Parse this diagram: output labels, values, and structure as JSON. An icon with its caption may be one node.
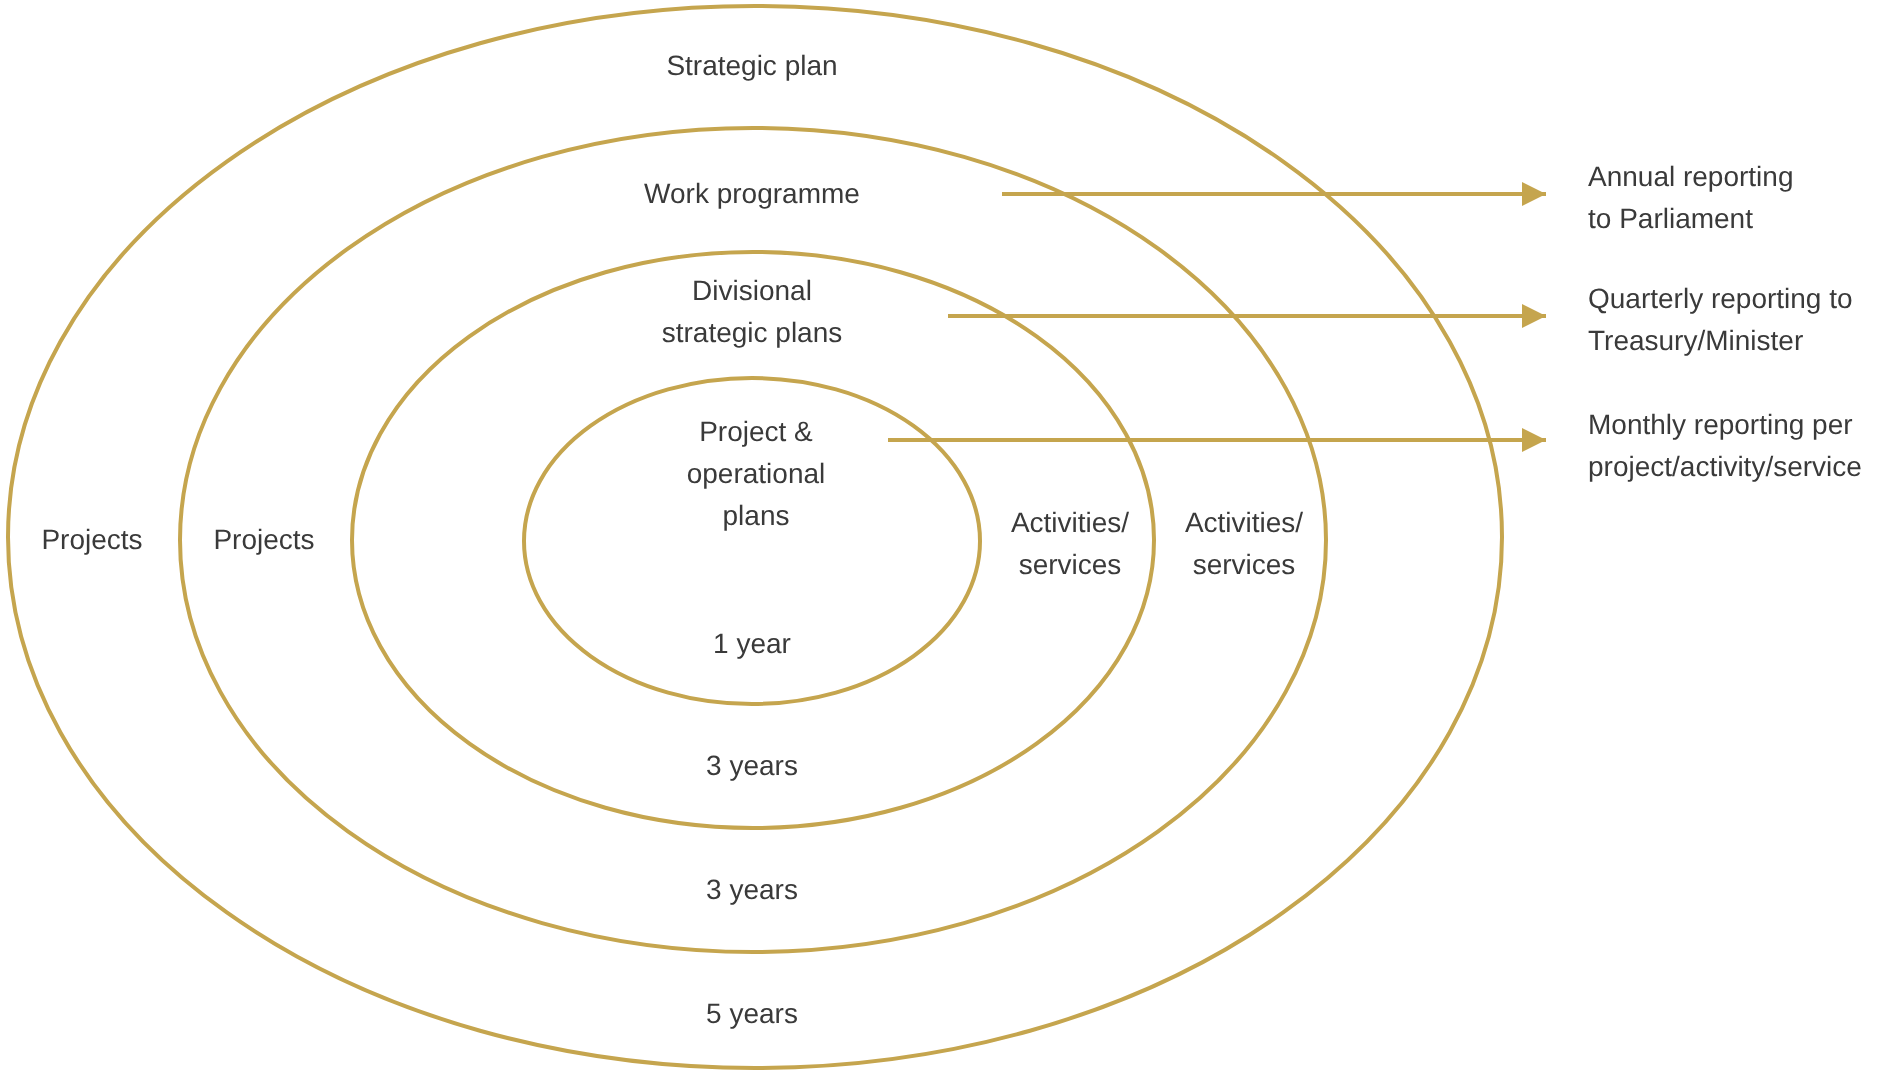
{
  "diagram": {
    "nodes": [
      {
        "text": [
          "Strategic plan",
          "Projects",
          "5 years"
        ]
      },
      {
        "text": [
          "Work programme",
          "Projects",
          "Activities/ services",
          "3 years"
        ],
        "in": 0
      },
      {
        "text": [
          "Divisional strategic plans",
          "Activities/ services",
          "3 years"
        ],
        "in": 1
      },
      {
        "text": [
          "Project & operational plans",
          "1 year"
        ],
        "in": 2
      },
      {
        "text": [
          "Annual reporting to Parliament"
        ]
      },
      {
        "text": [
          "Quarterly reporting to Treasury/Minister"
        ]
      },
      {
        "text": [
          "Monthly reporting per project/activity/service"
        ]
      }
    ],
    "edges": [
      {
        "from": 1,
        "to": 4,
        "arrow": "to"
      },
      {
        "from": 2,
        "to": 5,
        "arrow": "to"
      },
      {
        "from": 3,
        "to": 6,
        "arrow": "to"
      }
    ]
  }
}
